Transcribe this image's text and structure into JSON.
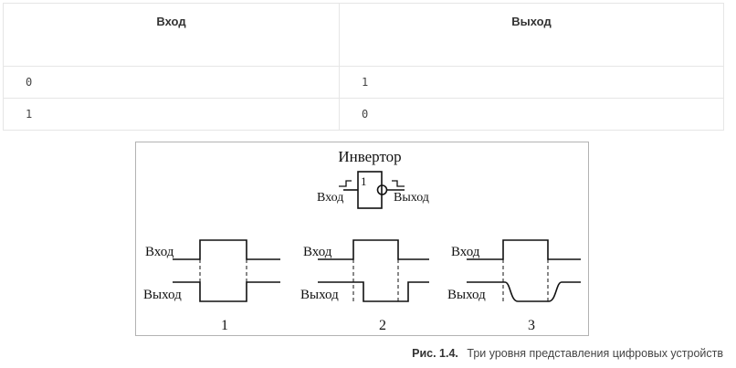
{
  "table": {
    "headers": [
      "Вход",
      "Выход"
    ],
    "rows": [
      [
        "0",
        "1"
      ],
      [
        "1",
        "0"
      ]
    ]
  },
  "figure": {
    "title": "Инвертор",
    "gate_symbol": "1",
    "gate_input_label": "Вход",
    "gate_output_label": "Выход",
    "input_label": "Вход",
    "output_label": "Выход",
    "levels": [
      "1",
      "2",
      "3"
    ]
  },
  "caption": {
    "number": "Рис. 1.4.",
    "text": "Три уровня представления цифровых устройств"
  }
}
